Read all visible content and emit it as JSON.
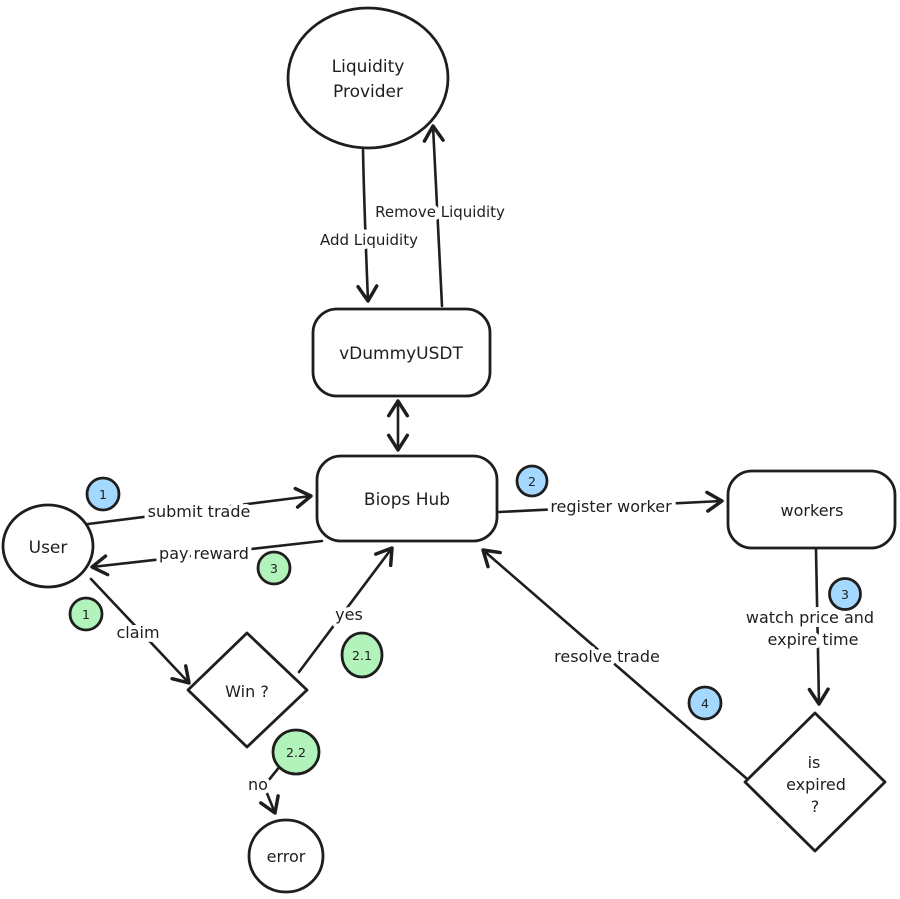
{
  "colors": {
    "stroke": "#1e1e1e",
    "badge_blue": "#a5d8ff",
    "badge_green": "#b2f2bb",
    "error_fill": "#ffc9c9",
    "node_fill": "#ffffff",
    "background": "#ffffff"
  },
  "nodes": {
    "liquidity_provider": {
      "line1": "Liquidity",
      "line2": "Provider"
    },
    "vdummyusdt": {
      "label": "vDummyUSDT"
    },
    "biops_hub": {
      "label": "Biops Hub"
    },
    "user": {
      "label": "User"
    },
    "workers": {
      "label": "workers"
    },
    "win_decision": {
      "label": "Win ?"
    },
    "error": {
      "label": "error"
    },
    "is_expired": {
      "line1": "is",
      "line2": "expired",
      "line3": "?"
    }
  },
  "edges": {
    "add_liquidity": {
      "label": "Add Liquidity"
    },
    "remove_liquidity": {
      "label": "Remove Liquidity"
    },
    "submit_trade": {
      "label": "submit trade"
    },
    "pay_reward": {
      "label": "pay reward"
    },
    "claim": {
      "label": "claim"
    },
    "yes": {
      "label": "yes"
    },
    "no": {
      "label": "no"
    },
    "register_worker": {
      "label": "register worker"
    },
    "watch_price": {
      "line1": "watch price and",
      "line2": "expire time"
    },
    "resolve_trade": {
      "label": "resolve trade"
    }
  },
  "badges": {
    "step1_blue": {
      "label": "1"
    },
    "step2_blue": {
      "label": "2"
    },
    "step3_blue": {
      "label": "3"
    },
    "step4_blue": {
      "label": "4"
    },
    "step1_green": {
      "label": "1"
    },
    "step3_green": {
      "label": "3"
    },
    "step2_1_green": {
      "label": "2.1"
    },
    "step2_2_green": {
      "label": "2.2"
    }
  }
}
